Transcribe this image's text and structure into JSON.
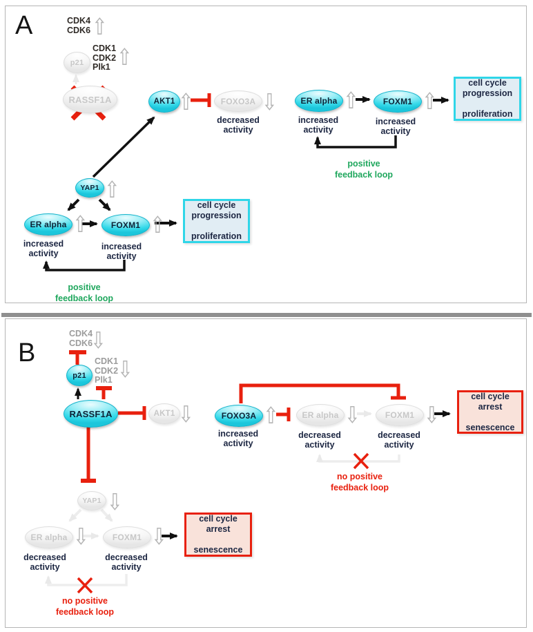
{
  "icons": {
    "up_arrow": "⇧",
    "down_arrow": "⇩"
  },
  "colors": {
    "node_cyan": "#35d9e9",
    "inhibit_red": "#e8200e",
    "feedback_green": "#1fa75d",
    "text_navy": "#1c2642",
    "muted_gray": "#9c9c9c",
    "progression_box_fill": "#e1edf4",
    "progression_box_border": "#2fd6e8",
    "arrest_box_fill": "#f9e2da",
    "arrest_box_border": "#e8200e"
  },
  "panel_a": {
    "label": "A",
    "cdk4_6": "CDK4\nCDK6",
    "cdk1_2_plk1": "CDK1\nCDK2\nPlk1",
    "p21_label": "p21",
    "rassf1a_label": "RASSF1A",
    "akt1_label": "AKT1",
    "foxo3a_label": "FOXO3A",
    "foxo3a_status": "decreased\nactivity",
    "yap1_label": "YAP1",
    "loop_left": {
      "er_alpha_label": "ER alpha",
      "er_alpha_status": "increased\nactivity",
      "foxm1_label": "FOXM1",
      "foxm1_status": "increased\nactivity",
      "outcome_box": "cell cycle\nprogression\n\nproliferation",
      "feedback_label": "positive\nfeedback loop"
    },
    "loop_right": {
      "er_alpha_label": "ER alpha",
      "er_alpha_status": "increased\nactivity",
      "foxm1_label": "FOXM1",
      "foxm1_status": "increased\nactivity",
      "outcome_box": "cell cycle\nprogression\n\nproliferation",
      "feedback_label": "positive\nfeedback loop"
    }
  },
  "panel_b": {
    "label": "B",
    "cdk4_6": "CDK4\nCDK6",
    "cdk1_2_plk1": "CDK1\nCDK2\nPlk1",
    "p21_label": "p21",
    "rassf1a_label": "RASSF1A",
    "akt1_label": "AKT1",
    "foxo3a_branch": {
      "foxo3a_label": "FOXO3A",
      "foxo3a_status": "increased\nactivity",
      "er_alpha_label": "ER alpha",
      "er_alpha_status": "decreased\nactivity",
      "foxm1_label": "FOXM1",
      "foxm1_status": "decreased\nactivity",
      "outcome_box": "cell cycle\narrest\n\nsenescence",
      "feedback_label": "no positive\nfeedback loop"
    },
    "yap1_branch": {
      "yap1_label": "YAP1",
      "er_alpha_label": "ER alpha",
      "er_alpha_status": "decreased\nactivity",
      "foxm1_label": "FOXM1",
      "foxm1_status": "decreased\nactivity",
      "outcome_box": "cell cycle\narrest\n\nsenescence",
      "feedback_label": "no positive\nfeedback loop"
    }
  }
}
